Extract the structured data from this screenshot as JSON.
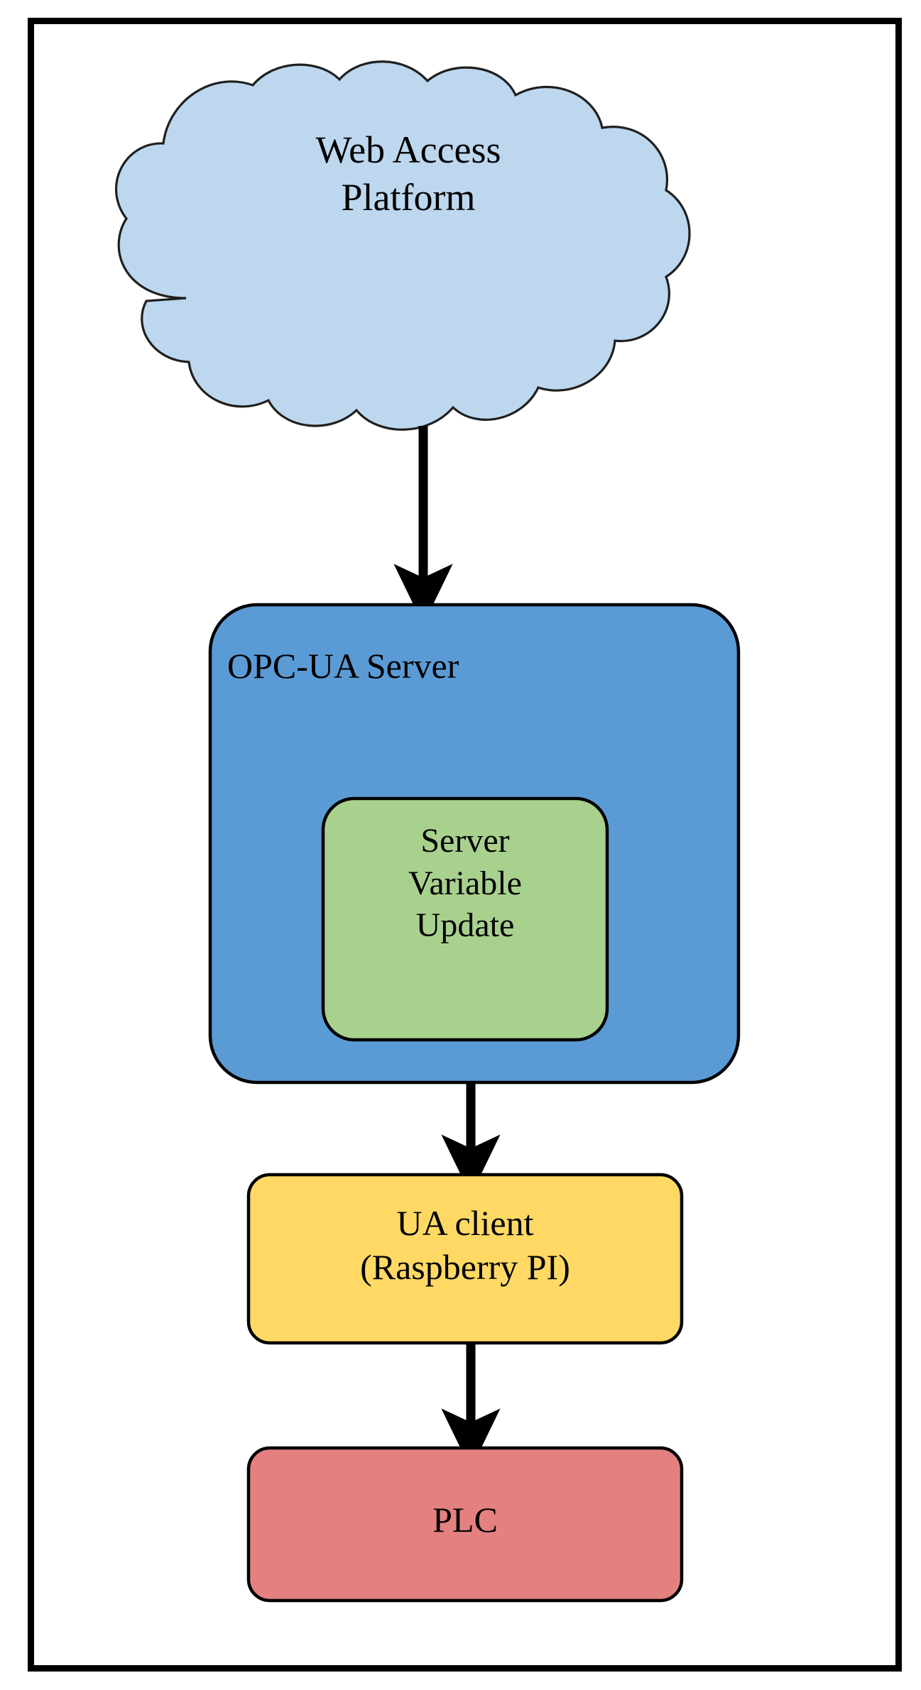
{
  "diagram": {
    "title": "OPC-UA architecture flow diagram",
    "frame": {
      "border_color": "#000000"
    },
    "nodes": [
      {
        "id": "web-access-platform",
        "shape": "cloud",
        "label": "Web Access\nPlatform",
        "fill": "#BDD7EE",
        "stroke": "#1F1F1F"
      },
      {
        "id": "opc-ua-server",
        "shape": "rounded-rect",
        "label": "OPC-UA Server",
        "fill": "#5B9BD5",
        "stroke": "#000000"
      },
      {
        "id": "server-variable-update",
        "shape": "rounded-rect",
        "label": "Server\nVariable\nUpdate",
        "fill": "#A9D18E",
        "stroke": "#000000"
      },
      {
        "id": "ua-client",
        "shape": "rounded-rect",
        "label": "UA client\n(Raspberry PI)",
        "fill": "#FFD964",
        "stroke": "#000000"
      },
      {
        "id": "plc",
        "shape": "rounded-rect",
        "label": "PLC",
        "fill": "#E48080",
        "stroke": "#000000"
      }
    ],
    "edges": [
      {
        "id": "edge-cloud-to-server",
        "from": "web-access-platform",
        "to": "opc-ua-server",
        "label": "",
        "arrow": "down"
      },
      {
        "id": "edge-server-to-client",
        "from": "opc-ua-server",
        "to": "ua-client",
        "label": "",
        "arrow": "down"
      },
      {
        "id": "edge-client-to-plc",
        "from": "ua-client",
        "to": "plc",
        "label": "",
        "arrow": "down"
      }
    ]
  }
}
